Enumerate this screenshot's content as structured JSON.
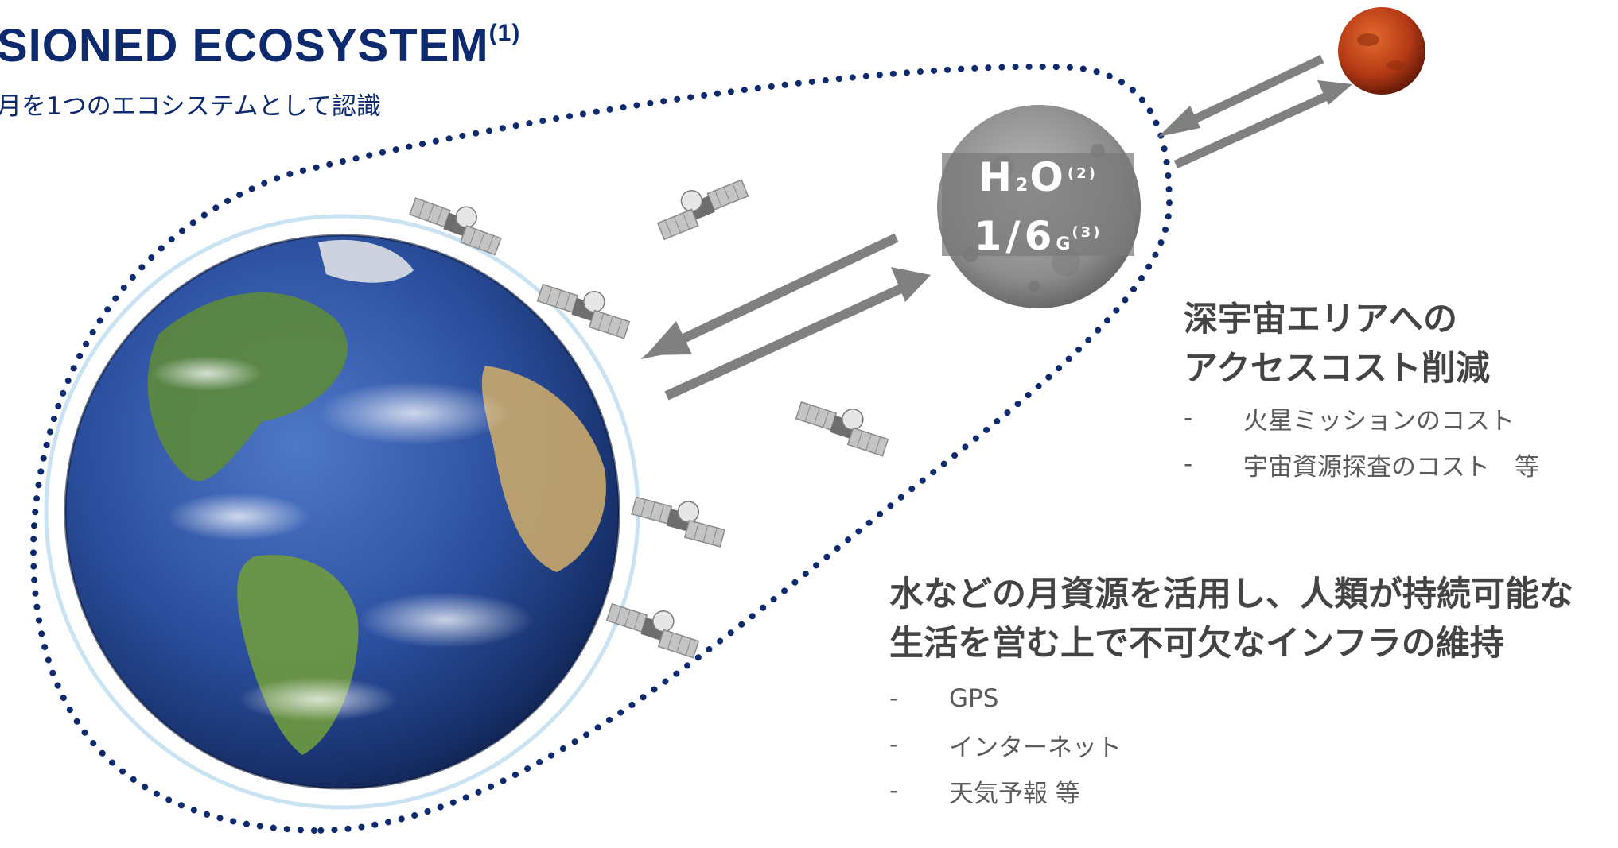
{
  "header": {
    "title": "SIONED ECOSYSTEM",
    "title_sup": "(1)",
    "subtitle": "月を1つのエコシステムとして認識"
  },
  "moon_label": {
    "h": "H",
    "h_sub": "2",
    "o": "O",
    "o_sup": "(2)",
    "g_value": "1/6",
    "g_unit": "G",
    "g_sup": "(3)"
  },
  "deep_space": {
    "heading_line1": "深宇宙エリアへの",
    "heading_line2": "アクセスコスト削減",
    "items": [
      "火星ミッションのコスト",
      "宇宙資源探査のコスト　等"
    ]
  },
  "infra": {
    "heading_line1": "水などの月資源を活用し、人類が持続可能な",
    "heading_line2": "生活を営む上で不可欠なインフラの維持",
    "items": [
      "GPS",
      "インターネット",
      "天気予報 等"
    ]
  },
  "bullet_dash": "-",
  "colors": {
    "title": "#0d2a6e",
    "dotted_boundary": "#0d2a6e",
    "arrow": "#808080",
    "heading": "#444444",
    "bullet": "#5b5b5b",
    "orbit": "#c9e3f2"
  },
  "icons": [
    "earth-icon",
    "moon-icon",
    "mars-icon",
    "satellite-icon"
  ]
}
